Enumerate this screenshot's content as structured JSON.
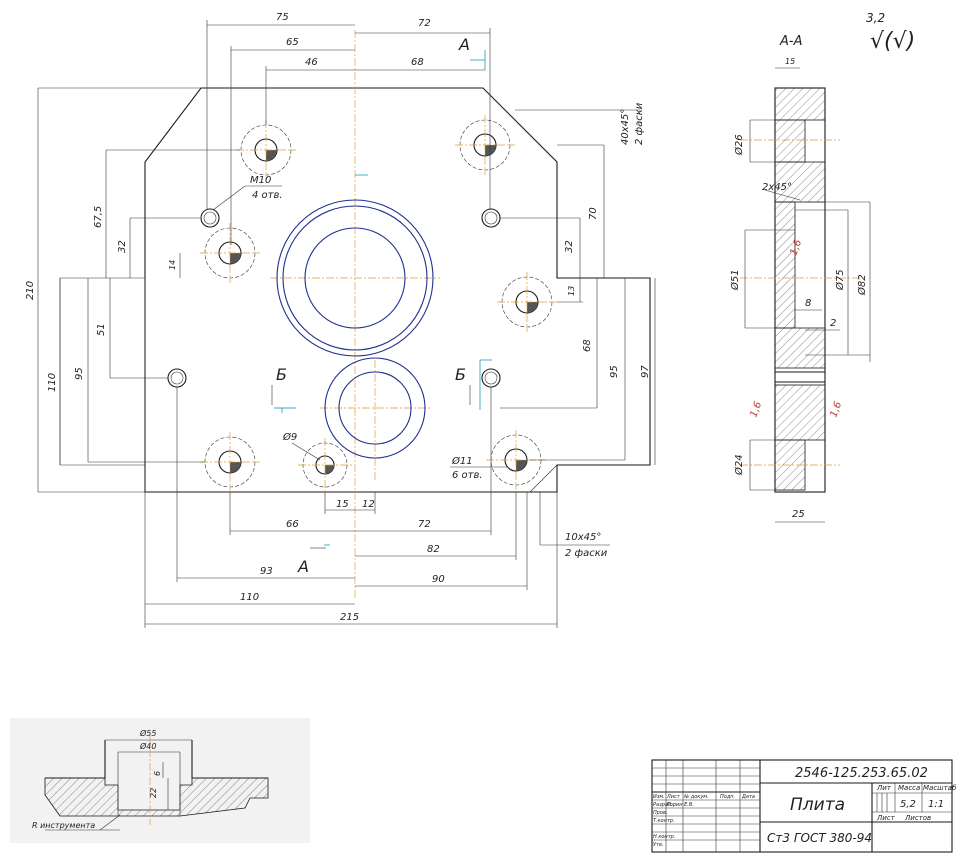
{
  "drawing": {
    "surface_finish": {
      "value": "3,2",
      "symbol": "√(√)"
    },
    "main_view": {
      "dims_top": [
        "75",
        "72",
        "65",
        "46",
        "68"
      ],
      "dims_left": [
        "210",
        "110",
        "95",
        "67,5",
        "51",
        "32",
        "14"
      ],
      "dims_right": [
        "70",
        "32",
        "13",
        "68",
        "95",
        "97"
      ],
      "dims_bottom": [
        "15",
        "12",
        "66",
        "72",
        "82",
        "93",
        "90",
        "110",
        "215"
      ],
      "chamfer_top": "40x45°",
      "chamfer_top_note": "2 фаски",
      "chamfer_bottom": "10x45°",
      "chamfer_bottom_note": "2 фаски",
      "thread_callout": "М10",
      "thread_count": "4 отв.",
      "hole_callout": "Ø11",
      "hole_count": "6 отв.",
      "small_hole": "Ø9",
      "section_a_top": "А",
      "section_a_bottom": "А",
      "section_b_left": "Б",
      "section_b_right": "Б"
    },
    "section_view": {
      "title": "А-А",
      "dims": [
        "15",
        "Ø26",
        "2x45°",
        "Ø51",
        "Ø75",
        "Ø82",
        "8",
        "2",
        "Ø24",
        "25"
      ],
      "roughness": [
        "1,6",
        "1,6",
        "1,6"
      ]
    },
    "detail_view": {
      "dims": [
        "Ø55",
        "Ø40",
        "6",
        "22"
      ],
      "note": "R инструмента"
    },
    "title_block": {
      "code": "2546-125.253.65.02",
      "name": "Плита",
      "material": "Ст3 ГОСТ 380-94",
      "lit_label": "Лит",
      "mass_label": "Масса",
      "scale_label": "Масштаб",
      "mass": "5,2",
      "scale": "1:1",
      "sheet_label": "Лист",
      "sheets_label": "Листов",
      "rows": [
        "Изм.",
        "Лист",
        "№ докум.",
        "Подп.",
        "Дата",
        "Разраб.",
        "Горин Е.В.",
        "Пров.",
        "Т.контр.",
        "Н.контр.",
        "Утв."
      ]
    }
  }
}
